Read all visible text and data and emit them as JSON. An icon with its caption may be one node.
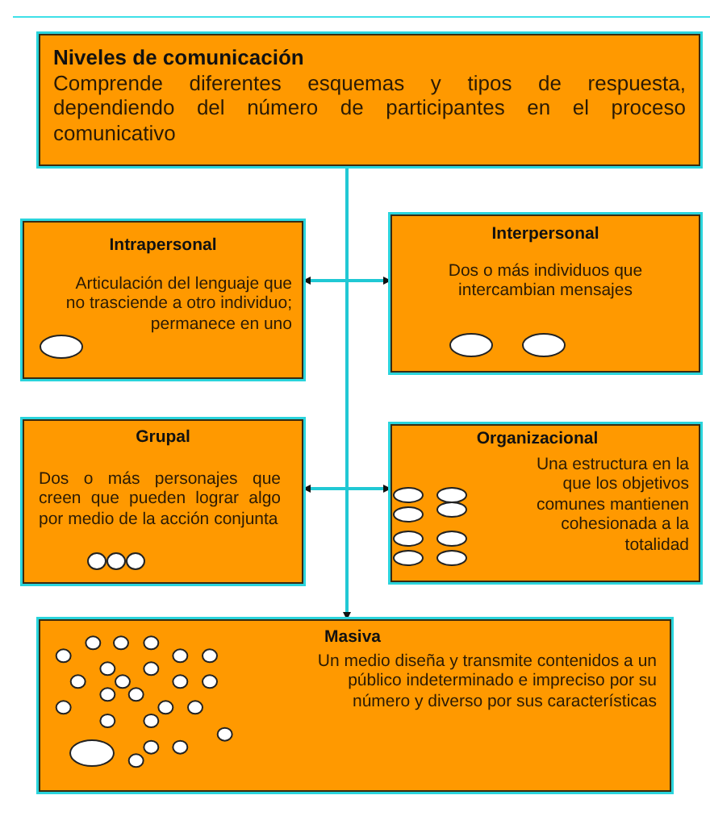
{
  "diagram": {
    "nodes": [
      {
        "text": [
          "Niveles de comunicación",
          "Comprende diferentes esquemas y tipos de respuesta, dependiendo del número de participantes en el proceso comunicativo"
        ]
      },
      {
        "text": [
          "Intrapersonal",
          "Articulación del lenguaje que no trasciende a otro individuo; permanece en uno"
        ]
      },
      {
        "text": [
          "Interpersonal",
          "Dos o más individuos que intercambian mensajes"
        ]
      },
      {
        "text": [
          "Grupal",
          "Dos o más personajes que creen que pueden lograr algo por medio de la acción conjunta"
        ]
      },
      {
        "text": [
          "Organizacional",
          "Una estructura en la que los objetivos comunes mantienen cohesionada a la totalidad"
        ]
      },
      {
        "text": [
          "Masiva",
          "Un medio diseña y transmite contenidos a un público indeterminado e impreciso por su número y diverso por sus características"
        ]
      }
    ],
    "edges": [
      {
        "from": 0,
        "to": 1,
        "arrow": "to"
      },
      {
        "from": 0,
        "to": 2,
        "arrow": "to"
      },
      {
        "from": 0,
        "to": 3,
        "arrow": "to"
      },
      {
        "from": 0,
        "to": 4,
        "arrow": "to"
      },
      {
        "from": 0,
        "to": 5,
        "arrow": "to"
      }
    ]
  }
}
